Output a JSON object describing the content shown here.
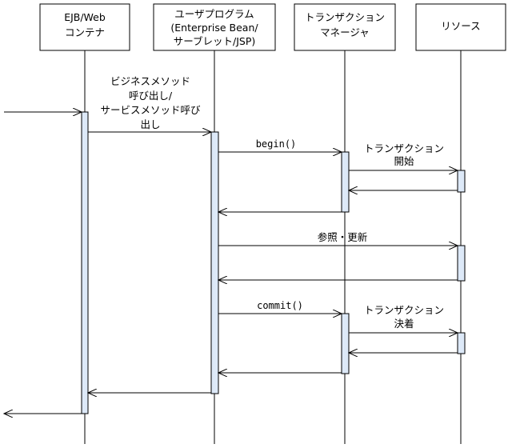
{
  "participants": {
    "p1": [
      "EJB/Web",
      "コンテナ"
    ],
    "p2": [
      "ユーザプログラム",
      "(Enterprise Bean/",
      "サーブレット/JSP)"
    ],
    "p3": [
      "トランザクション",
      "マネージャ"
    ],
    "p4": [
      "リソース"
    ]
  },
  "messages": {
    "business_call": [
      "ビジネスメソッド",
      "呼び出し/",
      "サービスメソッド呼び",
      "出し"
    ],
    "begin": "begin()",
    "tx_start": [
      "トランザクション",
      "開始"
    ],
    "ref_update": "参照・更新",
    "commit": "commit()",
    "tx_settle": [
      "トランザクション",
      "決着"
    ]
  }
}
